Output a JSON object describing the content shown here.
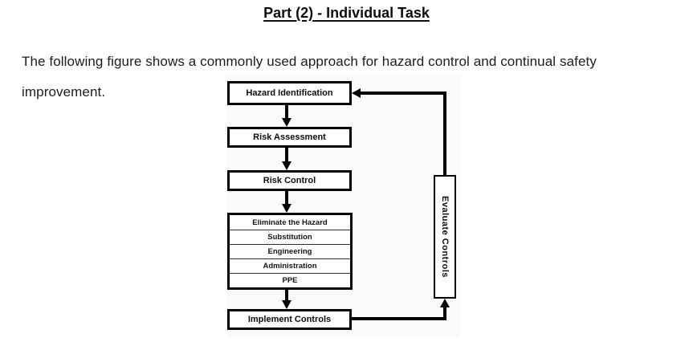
{
  "page": {
    "title": "Part (2) - Individual Task",
    "paragraph_lines": [
      "The following figure shows a commonly used approach for hazard control and continual safety",
      "improvement."
    ]
  },
  "diagram": {
    "boxes": {
      "hazard_identification": "Hazard Identification",
      "risk_assessment": "Risk Assessment",
      "risk_control": "Risk Control",
      "implement_controls": "Implement Controls",
      "evaluate_controls": "Evaluate Controls"
    },
    "hierarchy_rows": [
      "Eliminate the Hazard",
      "Substitution",
      "Engineering",
      "Administration",
      "PPE"
    ],
    "flow": [
      "Hazard Identification -> Risk Assessment",
      "Risk Assessment -> Risk Control",
      "Risk Control -> Hierarchy of Controls",
      "Hierarchy of Controls -> Implement Controls",
      "Implement Controls -> Evaluate Controls",
      "Evaluate Controls -> Hazard Identification"
    ],
    "colors": {
      "line": "#000000",
      "box_fill": "#ffffff",
      "figure_background": "#fafafa",
      "text": "#0d0d0d"
    }
  }
}
